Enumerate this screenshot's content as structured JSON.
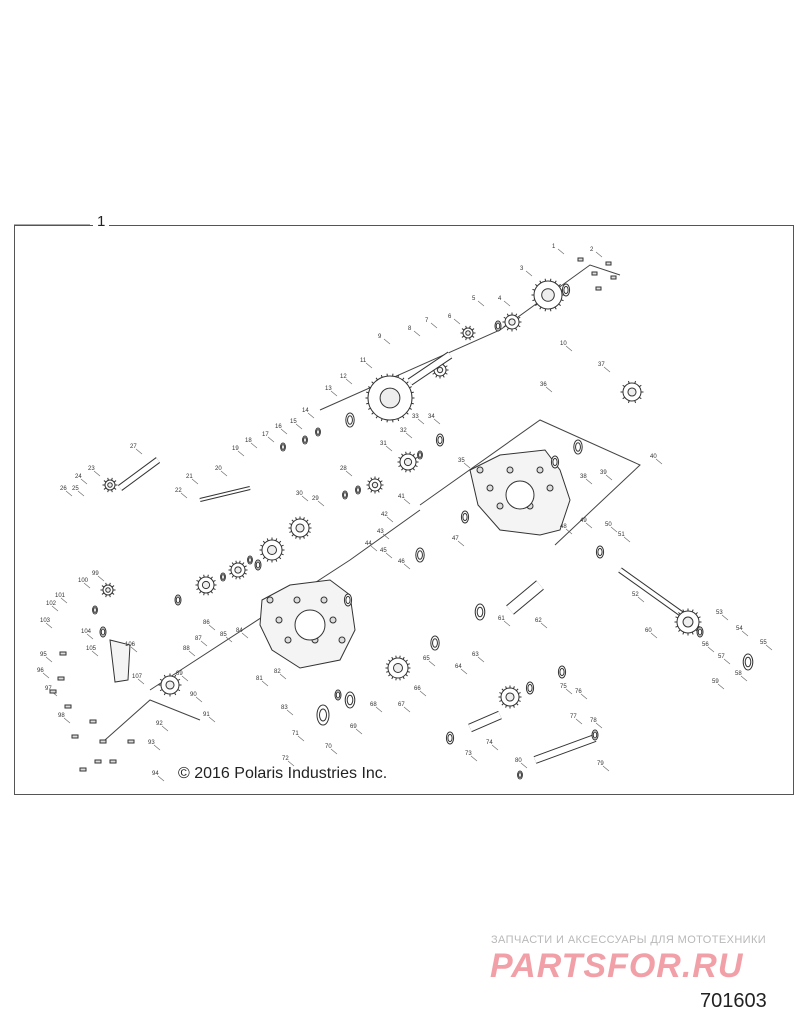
{
  "diagram": {
    "group_number": "1",
    "copyright": "© 2016 Polaris Industries Inc.",
    "diagram_id": "701603",
    "callouts": [
      "1",
      "2",
      "3",
      "4",
      "5",
      "6",
      "7",
      "8",
      "9",
      "10",
      "11",
      "12",
      "13",
      "14",
      "15",
      "16",
      "17",
      "18",
      "19",
      "20",
      "21",
      "22",
      "23",
      "24",
      "25",
      "26",
      "27",
      "28",
      "29",
      "30",
      "31",
      "32",
      "33",
      "34",
      "35",
      "36",
      "37",
      "38",
      "39",
      "40",
      "41",
      "42",
      "43",
      "44",
      "45",
      "46",
      "47",
      "48",
      "49",
      "50",
      "51",
      "52",
      "53",
      "54",
      "55",
      "56",
      "57",
      "58",
      "59",
      "60",
      "61",
      "62",
      "63",
      "64",
      "65",
      "66",
      "67",
      "68",
      "69",
      "70",
      "71",
      "72",
      "73",
      "74",
      "75",
      "76",
      "77",
      "78",
      "79",
      "80",
      "81",
      "82",
      "83",
      "84",
      "85",
      "86",
      "87",
      "88",
      "89",
      "90",
      "91",
      "92",
      "93",
      "94",
      "95",
      "96",
      "97",
      "98",
      "99",
      "100",
      "101",
      "102",
      "103",
      "104",
      "105",
      "106",
      "107"
    ]
  },
  "watermark": {
    "caption": "ЗАПЧАСТИ И АКСЕССУАРЫ ДЛЯ МОТОТЕХНИКИ",
    "logo_text": "PARTSFOR.RU",
    "color": "#f2a0a8"
  }
}
